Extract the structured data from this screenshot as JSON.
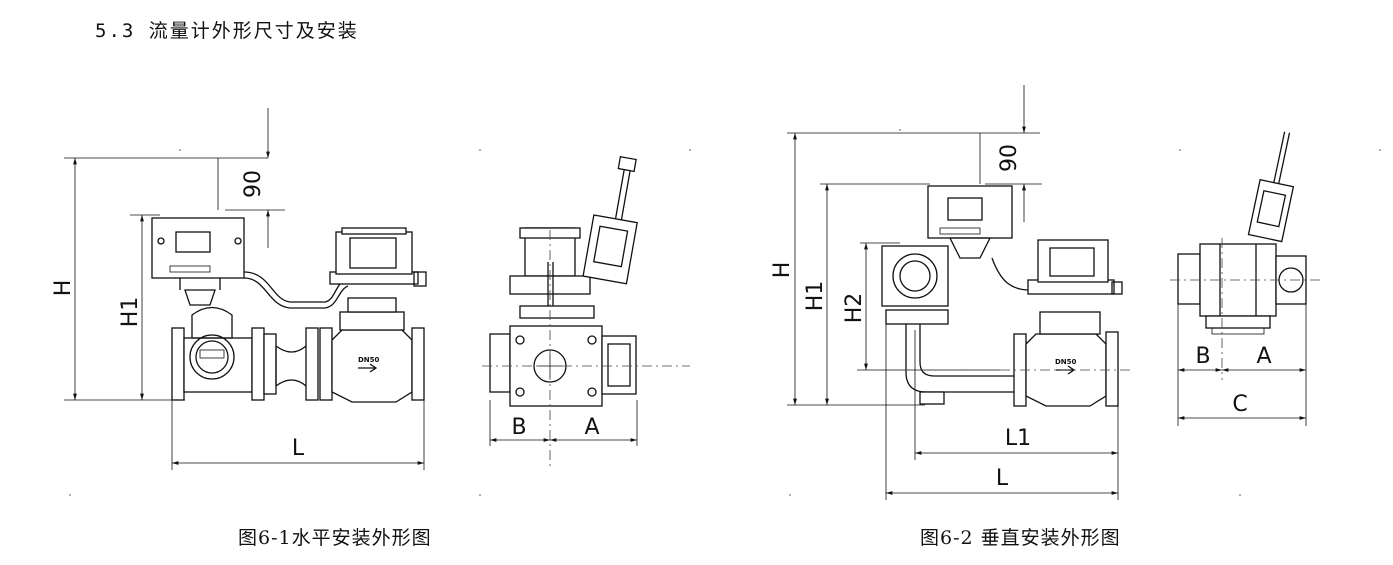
{
  "heading": "5.3 流量计外形尺寸及安装",
  "figures": [
    {
      "caption": "图6-1水平安装外形图",
      "dimensions": {
        "h": "H",
        "h1": "H1",
        "top": "90",
        "length": "L",
        "b": "B",
        "a": "A"
      }
    },
    {
      "caption": "图6-2 垂直安装外形图",
      "dimensions": {
        "h": "H",
        "h1": "H1",
        "h2": "H2",
        "top": "90",
        "l1": "L1",
        "length": "L",
        "b": "B",
        "a": "A",
        "c": "C"
      }
    }
  ],
  "labels": {
    "nameplate": "DN50"
  }
}
